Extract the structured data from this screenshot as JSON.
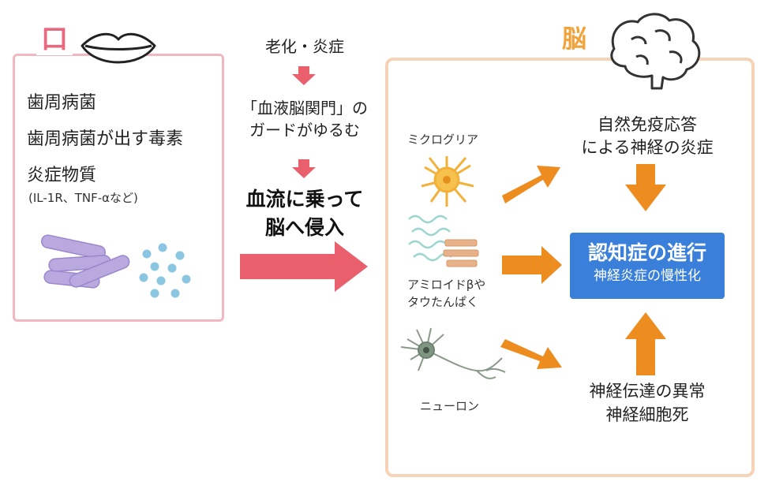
{
  "mouth": {
    "title": "口",
    "items": [
      "歯周病菌",
      "歯周病菌が出す毒素",
      "炎症物質"
    ],
    "note": "(IL-1R、TNF-αなど)"
  },
  "middle": {
    "step1": "老化・炎症",
    "step2_line1": "「血液脳関門」の",
    "step2_line2": "ガードがゆるむ",
    "step3_line1": "血流に乗って",
    "step3_line2": "脳へ侵入"
  },
  "brain": {
    "title": "脳",
    "microglia_label": "ミクログリア",
    "amyloid_label_line1": "アミロイドβや",
    "amyloid_label_line2": "タウたんぱく",
    "neuron_label": "ニューロン",
    "top_result_line1": "自然免疫応答",
    "top_result_line2": "による神経の炎症",
    "bottom_result_line1": "神経伝達の異常",
    "bottom_result_line2": "神経細胞死",
    "center_title": "認知症の進行",
    "center_subtitle": "神経炎症の慢性化"
  },
  "colors": {
    "mouth_accent": "#e8687e",
    "mouth_border": "#f2b8c0",
    "brain_accent": "#f0a23b",
    "brain_border": "#f6d3b6",
    "result_box": "#3a80db",
    "orange_arrow": "#ee8d1f",
    "pink_arrow": "#ea5f6c"
  },
  "icons": [
    "lips-icon",
    "brain-icon",
    "bacteria-rods-icon",
    "cocci-dots-icon",
    "microglia-icon",
    "amyloid-fibril-icon",
    "tau-tangle-icon",
    "neuron-icon"
  ]
}
